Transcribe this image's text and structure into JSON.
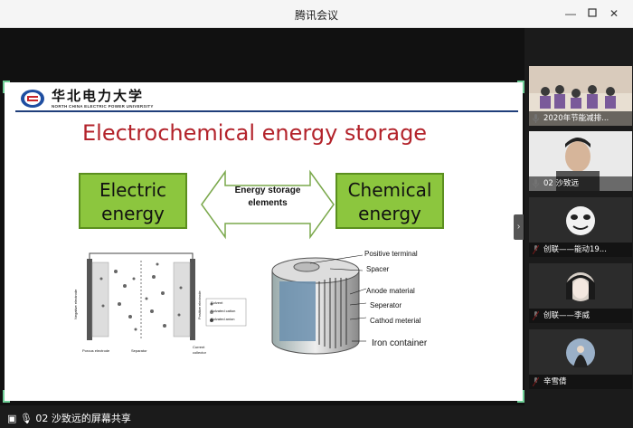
{
  "window": {
    "title": "腾讯会议"
  },
  "slide": {
    "university_cn": "华北电力大学",
    "university_en": "NORTH CHINA ELECTRIC POWER UNIVERSITY",
    "title": "Electrochemical energy storage",
    "left_box": [
      "Electric",
      "energy"
    ],
    "right_box": [
      "Chemical",
      "energy"
    ],
    "arrow_label": [
      "Energy storage",
      "elements"
    ],
    "battery_labels": [
      "Positive terminal",
      "Spacer",
      "Anode material",
      "Seperator",
      "Cathod meterial",
      "Iron container"
    ],
    "cap_labels": {
      "legend": [
        "Solvent",
        "Solvated cation",
        "Solvated anion"
      ],
      "neg": "Negative electrode",
      "pos": "Positive electrode",
      "porous": "Porous electrode",
      "separator": "Separator",
      "current": "Current",
      "collector": "collector"
    }
  },
  "participants": [
    {
      "name": "2020年节能减排..."
    },
    {
      "name": "02 沙致远"
    },
    {
      "name": "创联——能动19..."
    },
    {
      "name": "创联——李威"
    },
    {
      "name": "辛雪倩"
    }
  ],
  "status": {
    "share_label": "02 沙致远的屏幕共享"
  }
}
